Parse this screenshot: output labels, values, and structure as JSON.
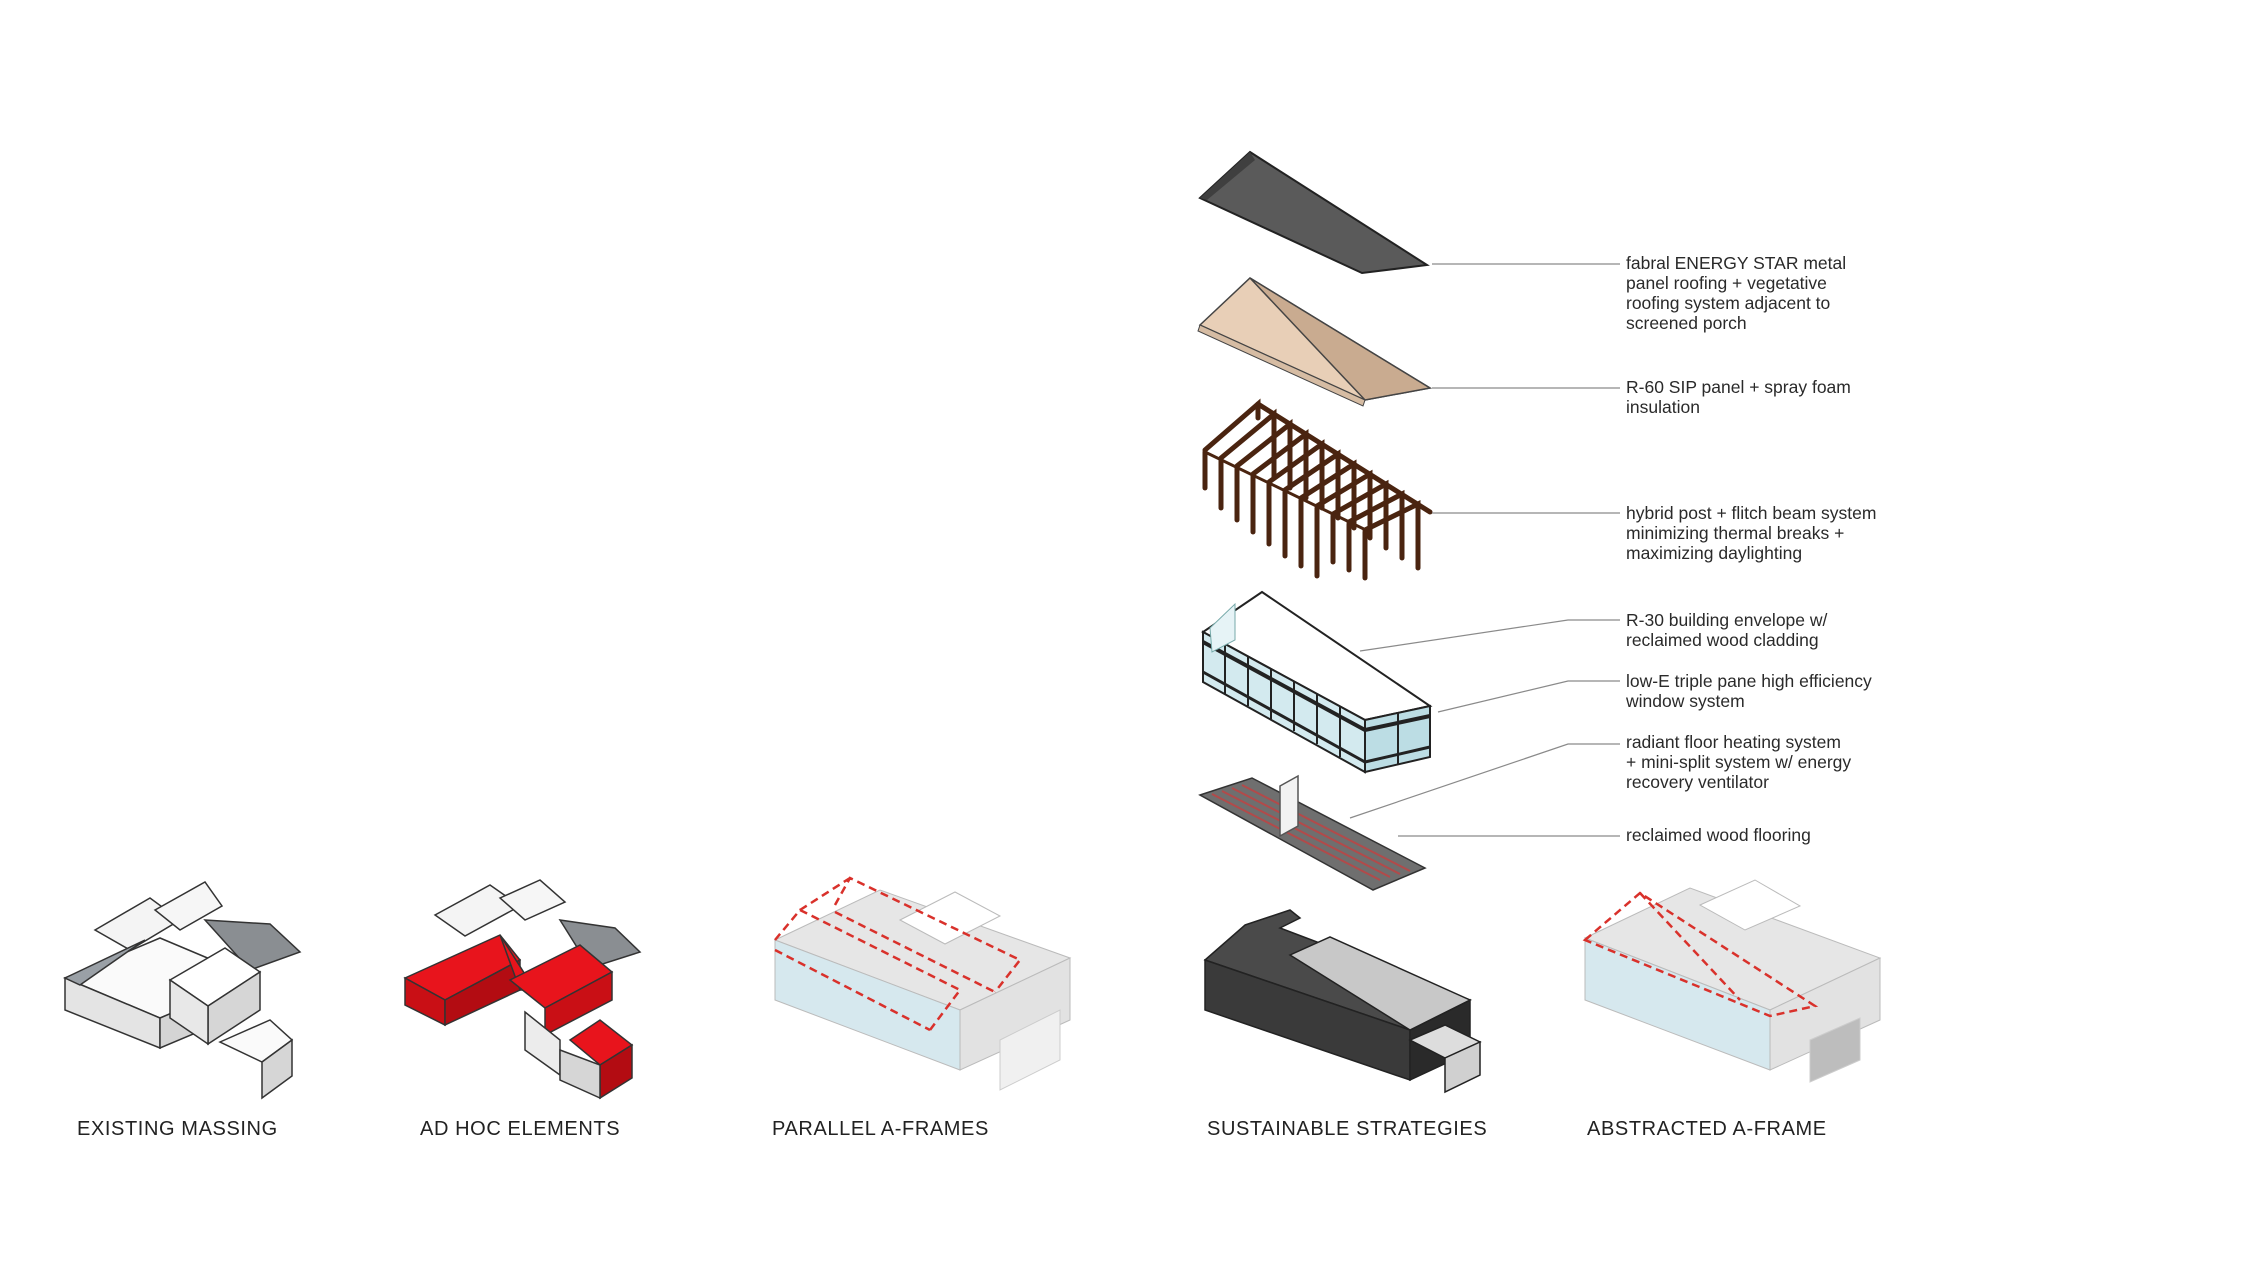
{
  "callouts": [
    {
      "text": "fabral ENERGY STAR metal\npanel roofing + vegetative\nroofing system adjacent to\nscreened porch"
    },
    {
      "text": "R-60 SIP panel + spray foam\ninsulation"
    },
    {
      "text": "hybrid post + flitch beam system\nminimizing thermal breaks +\nmaximizing daylighting"
    },
    {
      "text": "R-30 building envelope w/\nreclaimed wood cladding"
    },
    {
      "text": "low-E triple pane high efficiency\nwindow system"
    },
    {
      "text": "radiant floor heating system\n+ mini-split system w/ energy\nrecovery ventilator"
    },
    {
      "text": "reclaimed wood flooring"
    }
  ],
  "captions": [
    "EXISTING MASSING",
    "AD HOC ELEMENTS",
    "PARALLEL A-FRAMES",
    "SUSTAINABLE STRATEGIES",
    "ABSTRACTED A-FRAME"
  ],
  "colors": {
    "roof_metal": "#4a4a4a",
    "sip_panel": "#e6cdb5",
    "frame": "#5a2a12",
    "glazing": "#cfe8ee",
    "floor": "#6e6e6e",
    "heating_lines": "#b24a4a",
    "highlight_red": "#e8141c",
    "dashed_red": "#d9312b",
    "leader_line": "#888888"
  }
}
